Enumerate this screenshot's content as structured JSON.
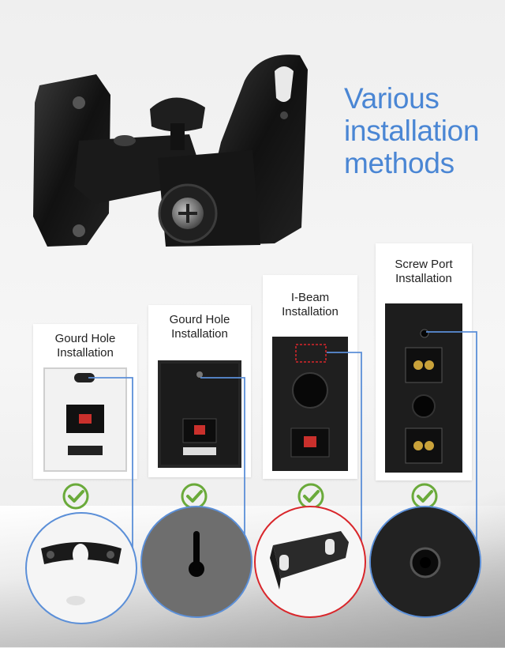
{
  "headline": {
    "line1": "Various",
    "line2": "installation",
    "line3": "methods"
  },
  "methods": [
    {
      "line1": "Gourd Hole",
      "line2": "Installation"
    },
    {
      "line1": "Gourd Hole",
      "line2": "Installation"
    },
    {
      "line1": "I-Beam",
      "line2": "Installation"
    },
    {
      "line1": "Screw Port",
      "line2": "Installation"
    }
  ],
  "colors": {
    "accent": "#4a86d4",
    "check": "#6aaa3a",
    "highlight_red": "#d9262b",
    "connector_blue": "#5b8fd8"
  },
  "icons": [
    "check-icon",
    "wall-mount-bracket",
    "gourd-hole-detail",
    "i-beam-plate",
    "screw-port-detail"
  ]
}
